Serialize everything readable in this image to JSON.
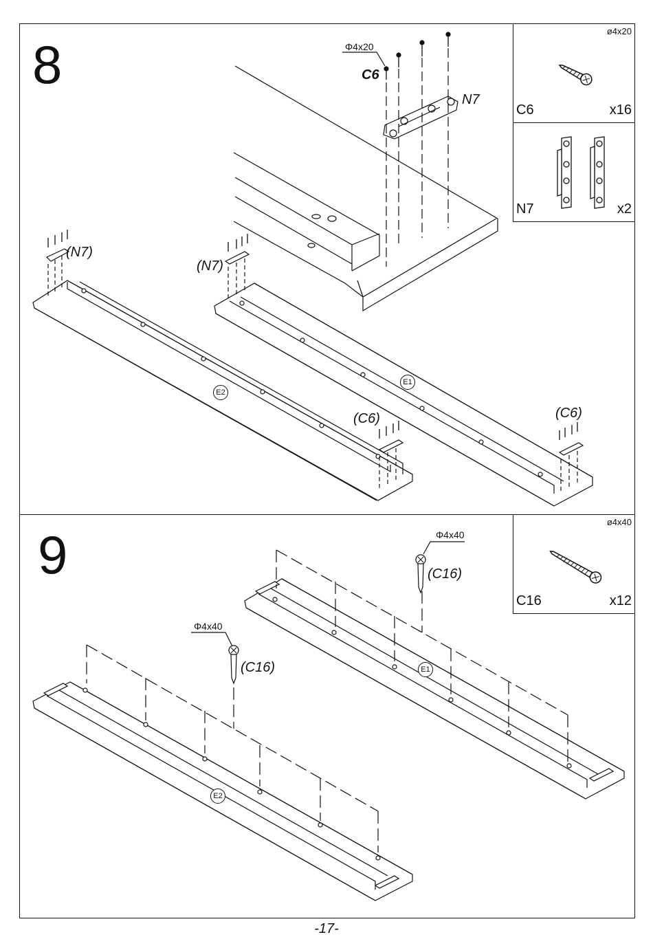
{
  "step8": {
    "number": "8",
    "part_box_1": {
      "size": "ø4x20",
      "code": "C6",
      "qty": "x16",
      "icon": "screw-icon"
    },
    "part_box_2": {
      "code": "N7",
      "qty": "x2",
      "icon": "connector-bracket-icon"
    },
    "screw_dim": "Φ4x20",
    "label_c6": "C6",
    "label_n7": "N7",
    "label_n7_left": "(N7)",
    "label_n7_mid": "(N7)",
    "label_c6_left": "(C6)",
    "label_c6_right": "(C6)",
    "panel_e2": "E2",
    "panel_e1": "E1"
  },
  "step9": {
    "number": "9",
    "part_box": {
      "size": "ø4x40",
      "code": "C16",
      "qty": "x12",
      "icon": "screw-icon"
    },
    "dim_right": "Φ4x40",
    "dim_left": "Φ4x40",
    "label_c16_right": "(C16)",
    "label_c16_left": "(C16)",
    "panel_e1": "E1",
    "panel_e2": "E2"
  },
  "footer": {
    "page_number": "-17-"
  }
}
